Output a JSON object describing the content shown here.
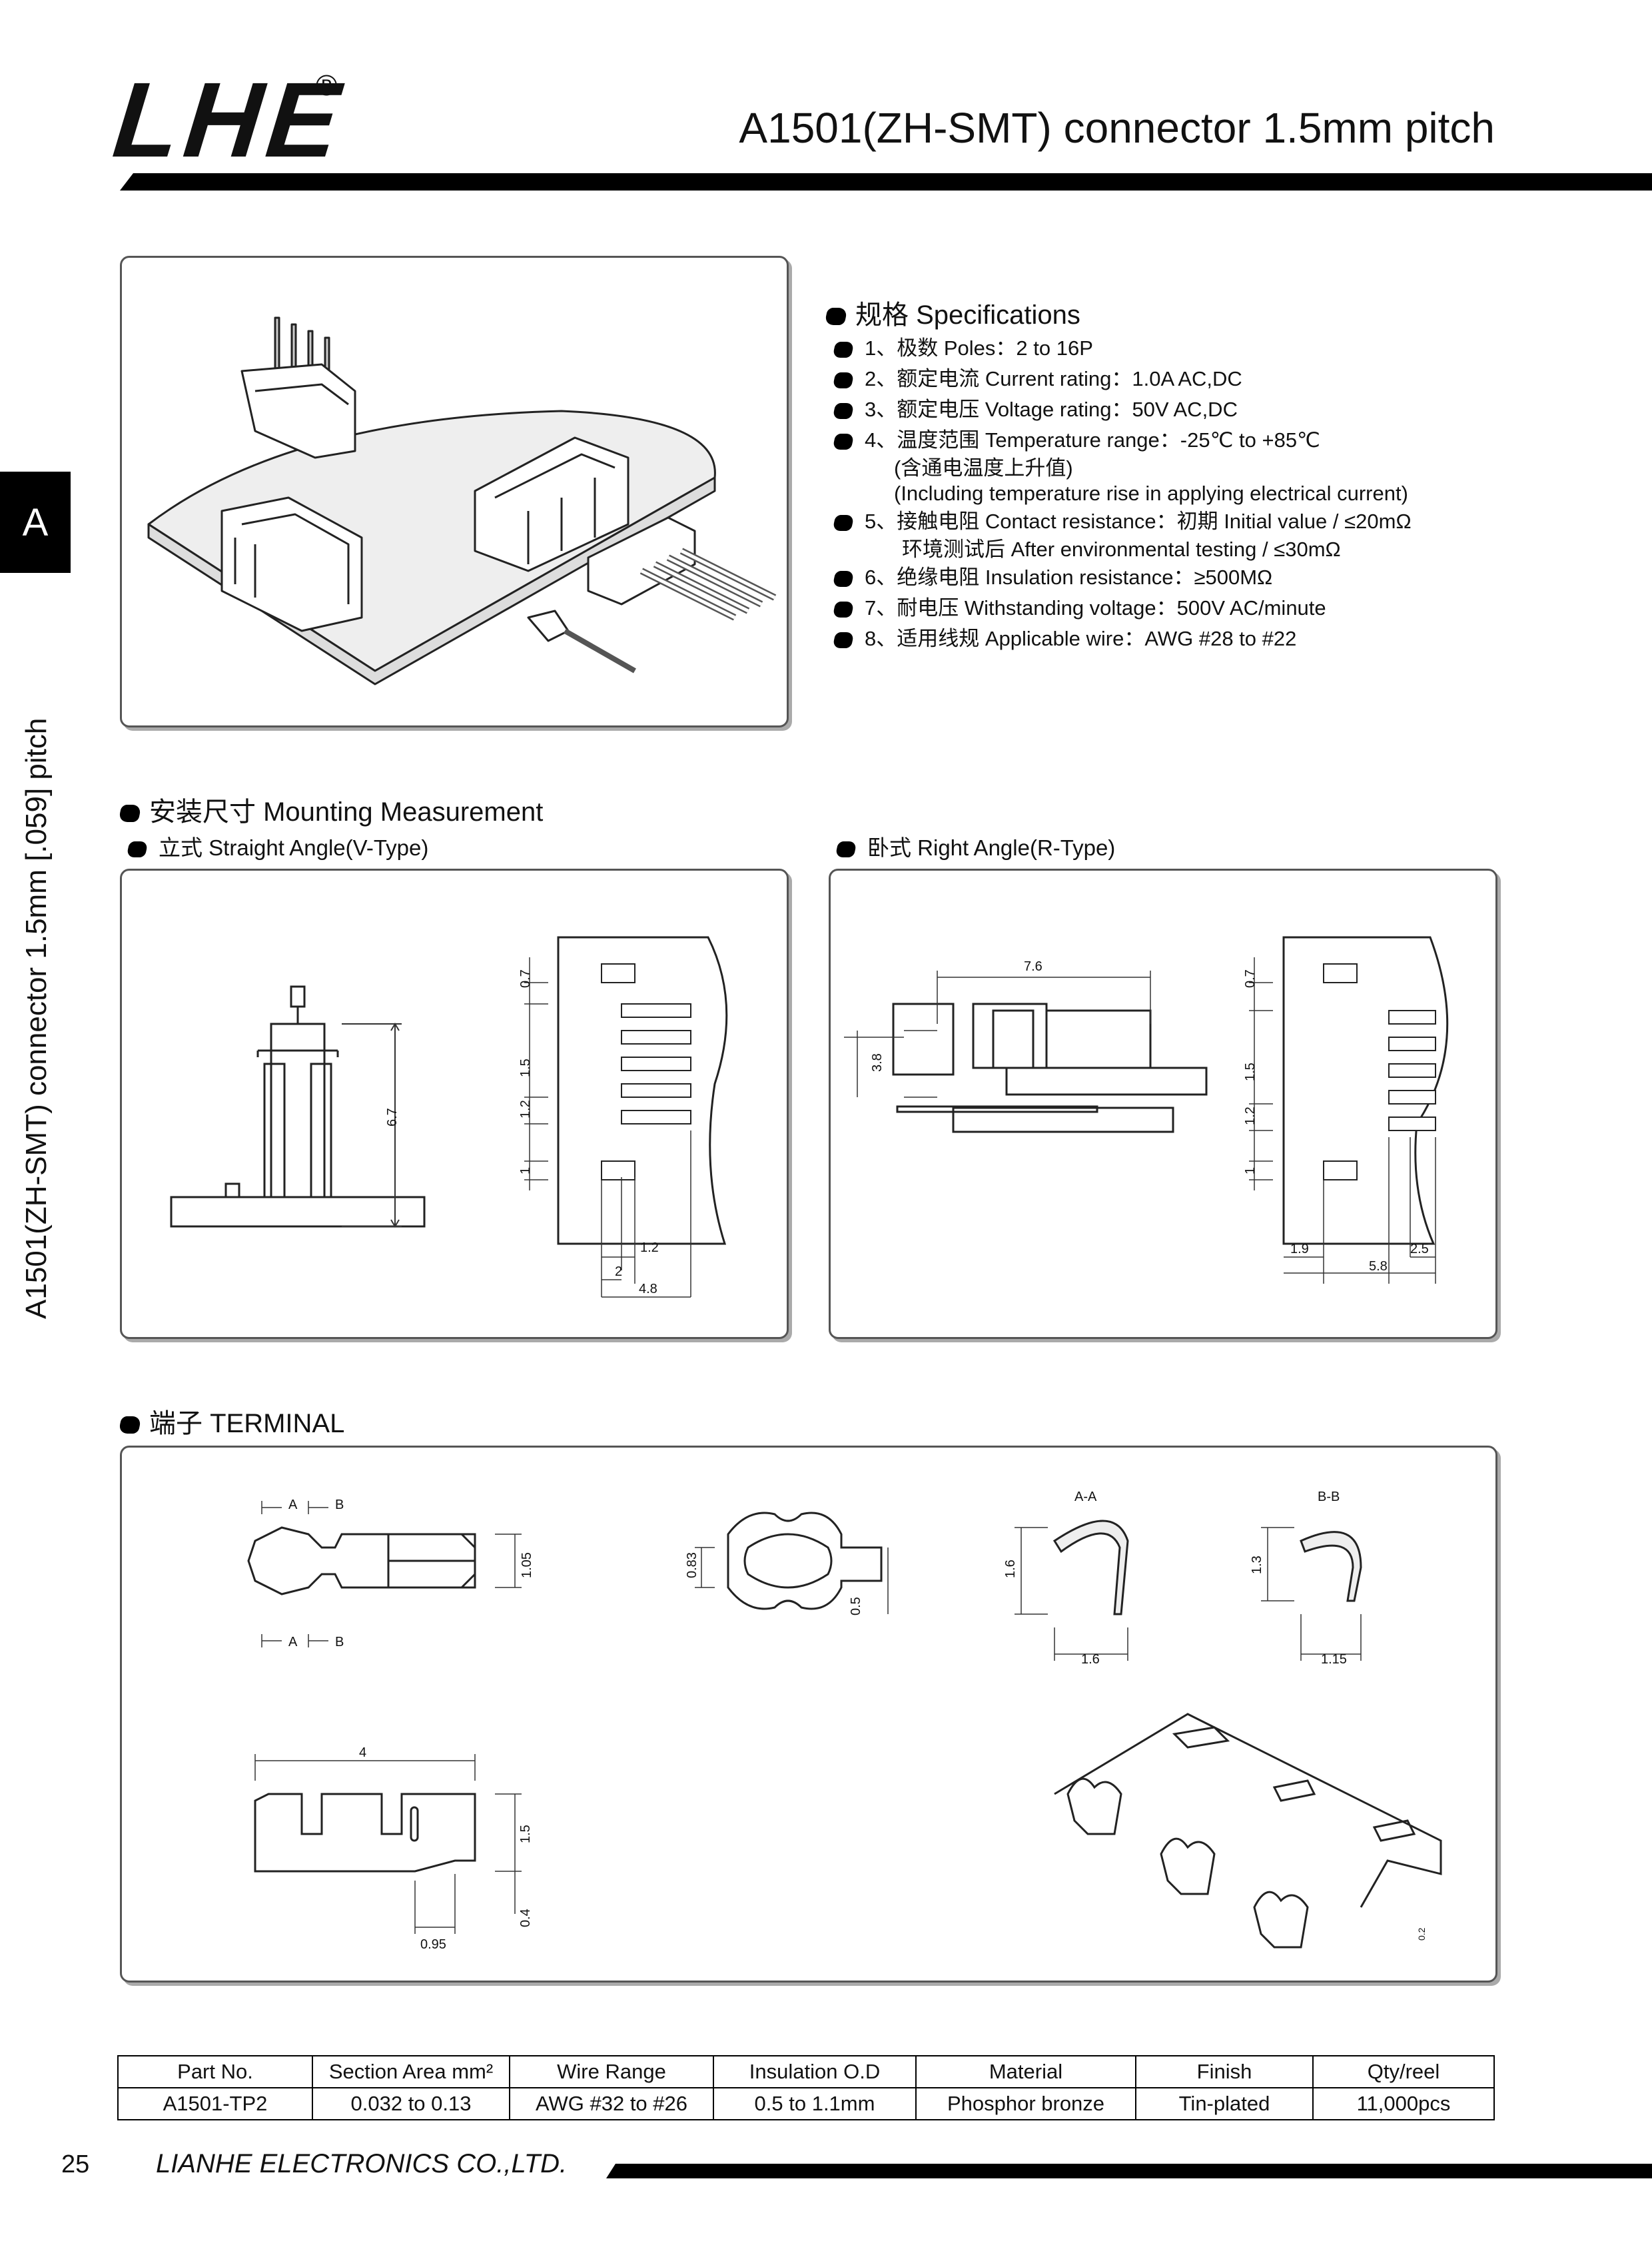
{
  "header": {
    "logo": "LHE",
    "registered": "®",
    "title": "A1501(ZH-SMT) connector 1.5mm pitch"
  },
  "side": {
    "tab_letter": "A",
    "vertical_text": "A1501(ZH-SMT) connector 1.5mm [.059] pitch"
  },
  "specs": {
    "heading": "规格 Specifications",
    "items": [
      "1、极数 Poles：2 to 16P",
      "2、额定电流 Current rating：1.0A  AC,DC",
      "3、额定电压 Voltage rating：50V  AC,DC",
      "4、温度范围 Temperature range：-25℃ to +85℃",
      "5、接触电阻 Contact resistance：初期 Initial value / ≤20mΩ",
      "6、绝缘电阻 Insulation resistance：≥500MΩ",
      "7、耐电压 Withstanding voltage：500V  AC/minute",
      "8、适用线规 Applicable wire：AWG #28 to #22"
    ],
    "item4_note1": "(含通电温度上升值)",
    "item4_note2": "(Including temperature rise in applying electrical current)",
    "item5_note": "环境测试后 After environmental testing / ≤30mΩ"
  },
  "mounting": {
    "heading": "安装尺寸 Mounting Measurement",
    "straight_label": "立式 Straight Angle(V-Type)",
    "right_label": "卧式 Right Angle(R-Type)",
    "v_dims": [
      "6.7",
      "0.7",
      "1.5",
      "1.2",
      "1",
      "1.2",
      "2",
      "4.8"
    ],
    "r_dims": [
      "7.6",
      "3.8",
      "0.7",
      "1.5",
      "1.2",
      "1",
      "1.9",
      "2.5",
      "5.8"
    ]
  },
  "terminal": {
    "heading": "端子 TERMINAL",
    "section_a": "A",
    "section_b": "B",
    "view_aa": "A-A",
    "view_bb": "B-B",
    "dims": [
      "1.05",
      "0.83",
      "0.5",
      "1.6",
      "1.6",
      "1.3",
      "1.15",
      "4",
      "1.5",
      "0.95",
      "0.4",
      "0.2"
    ]
  },
  "table": {
    "headers": [
      "Part No.",
      "Section Area mm²",
      "Wire Range",
      "Insulation O.D",
      "Material",
      "Finish",
      "Qty/reel"
    ],
    "row": [
      "A1501-TP2",
      "0.032 to 0.13",
      "AWG #32 to #26",
      "0.5 to 1.1mm",
      "Phosphor bronze",
      "Tin-plated",
      "11,000pcs"
    ]
  },
  "footer": {
    "page": "25",
    "company": "LIANHE ELECTRONICS CO.,LTD."
  }
}
